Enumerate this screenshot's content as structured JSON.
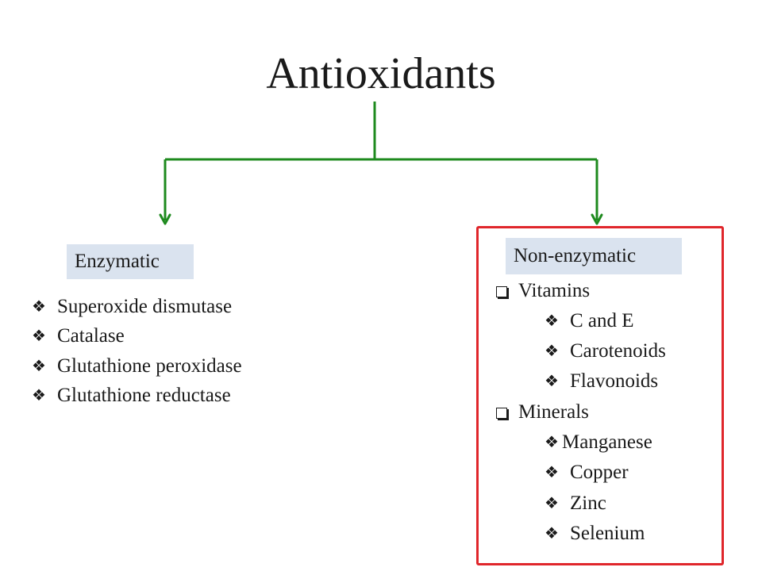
{
  "title": "Antioxidants",
  "connector_color": "#1e8a1e",
  "frame_color": "#e0262b",
  "label_bg_color": "#dae3ef",
  "enzymatic": {
    "label": "Enzymatic",
    "items": [
      "Superoxide dismutase",
      "Catalase",
      "Glutathione peroxidase",
      "Glutathione reductase"
    ]
  },
  "non_enzymatic": {
    "label": "Non-enzymatic",
    "groups": [
      {
        "name": "Vitamins",
        "items": [
          "C and E",
          "Carotenoids",
          "Flavonoids"
        ]
      },
      {
        "name": "Minerals",
        "items": [
          "Manganese",
          "Copper",
          "Zinc",
          "Selenium"
        ]
      }
    ]
  }
}
